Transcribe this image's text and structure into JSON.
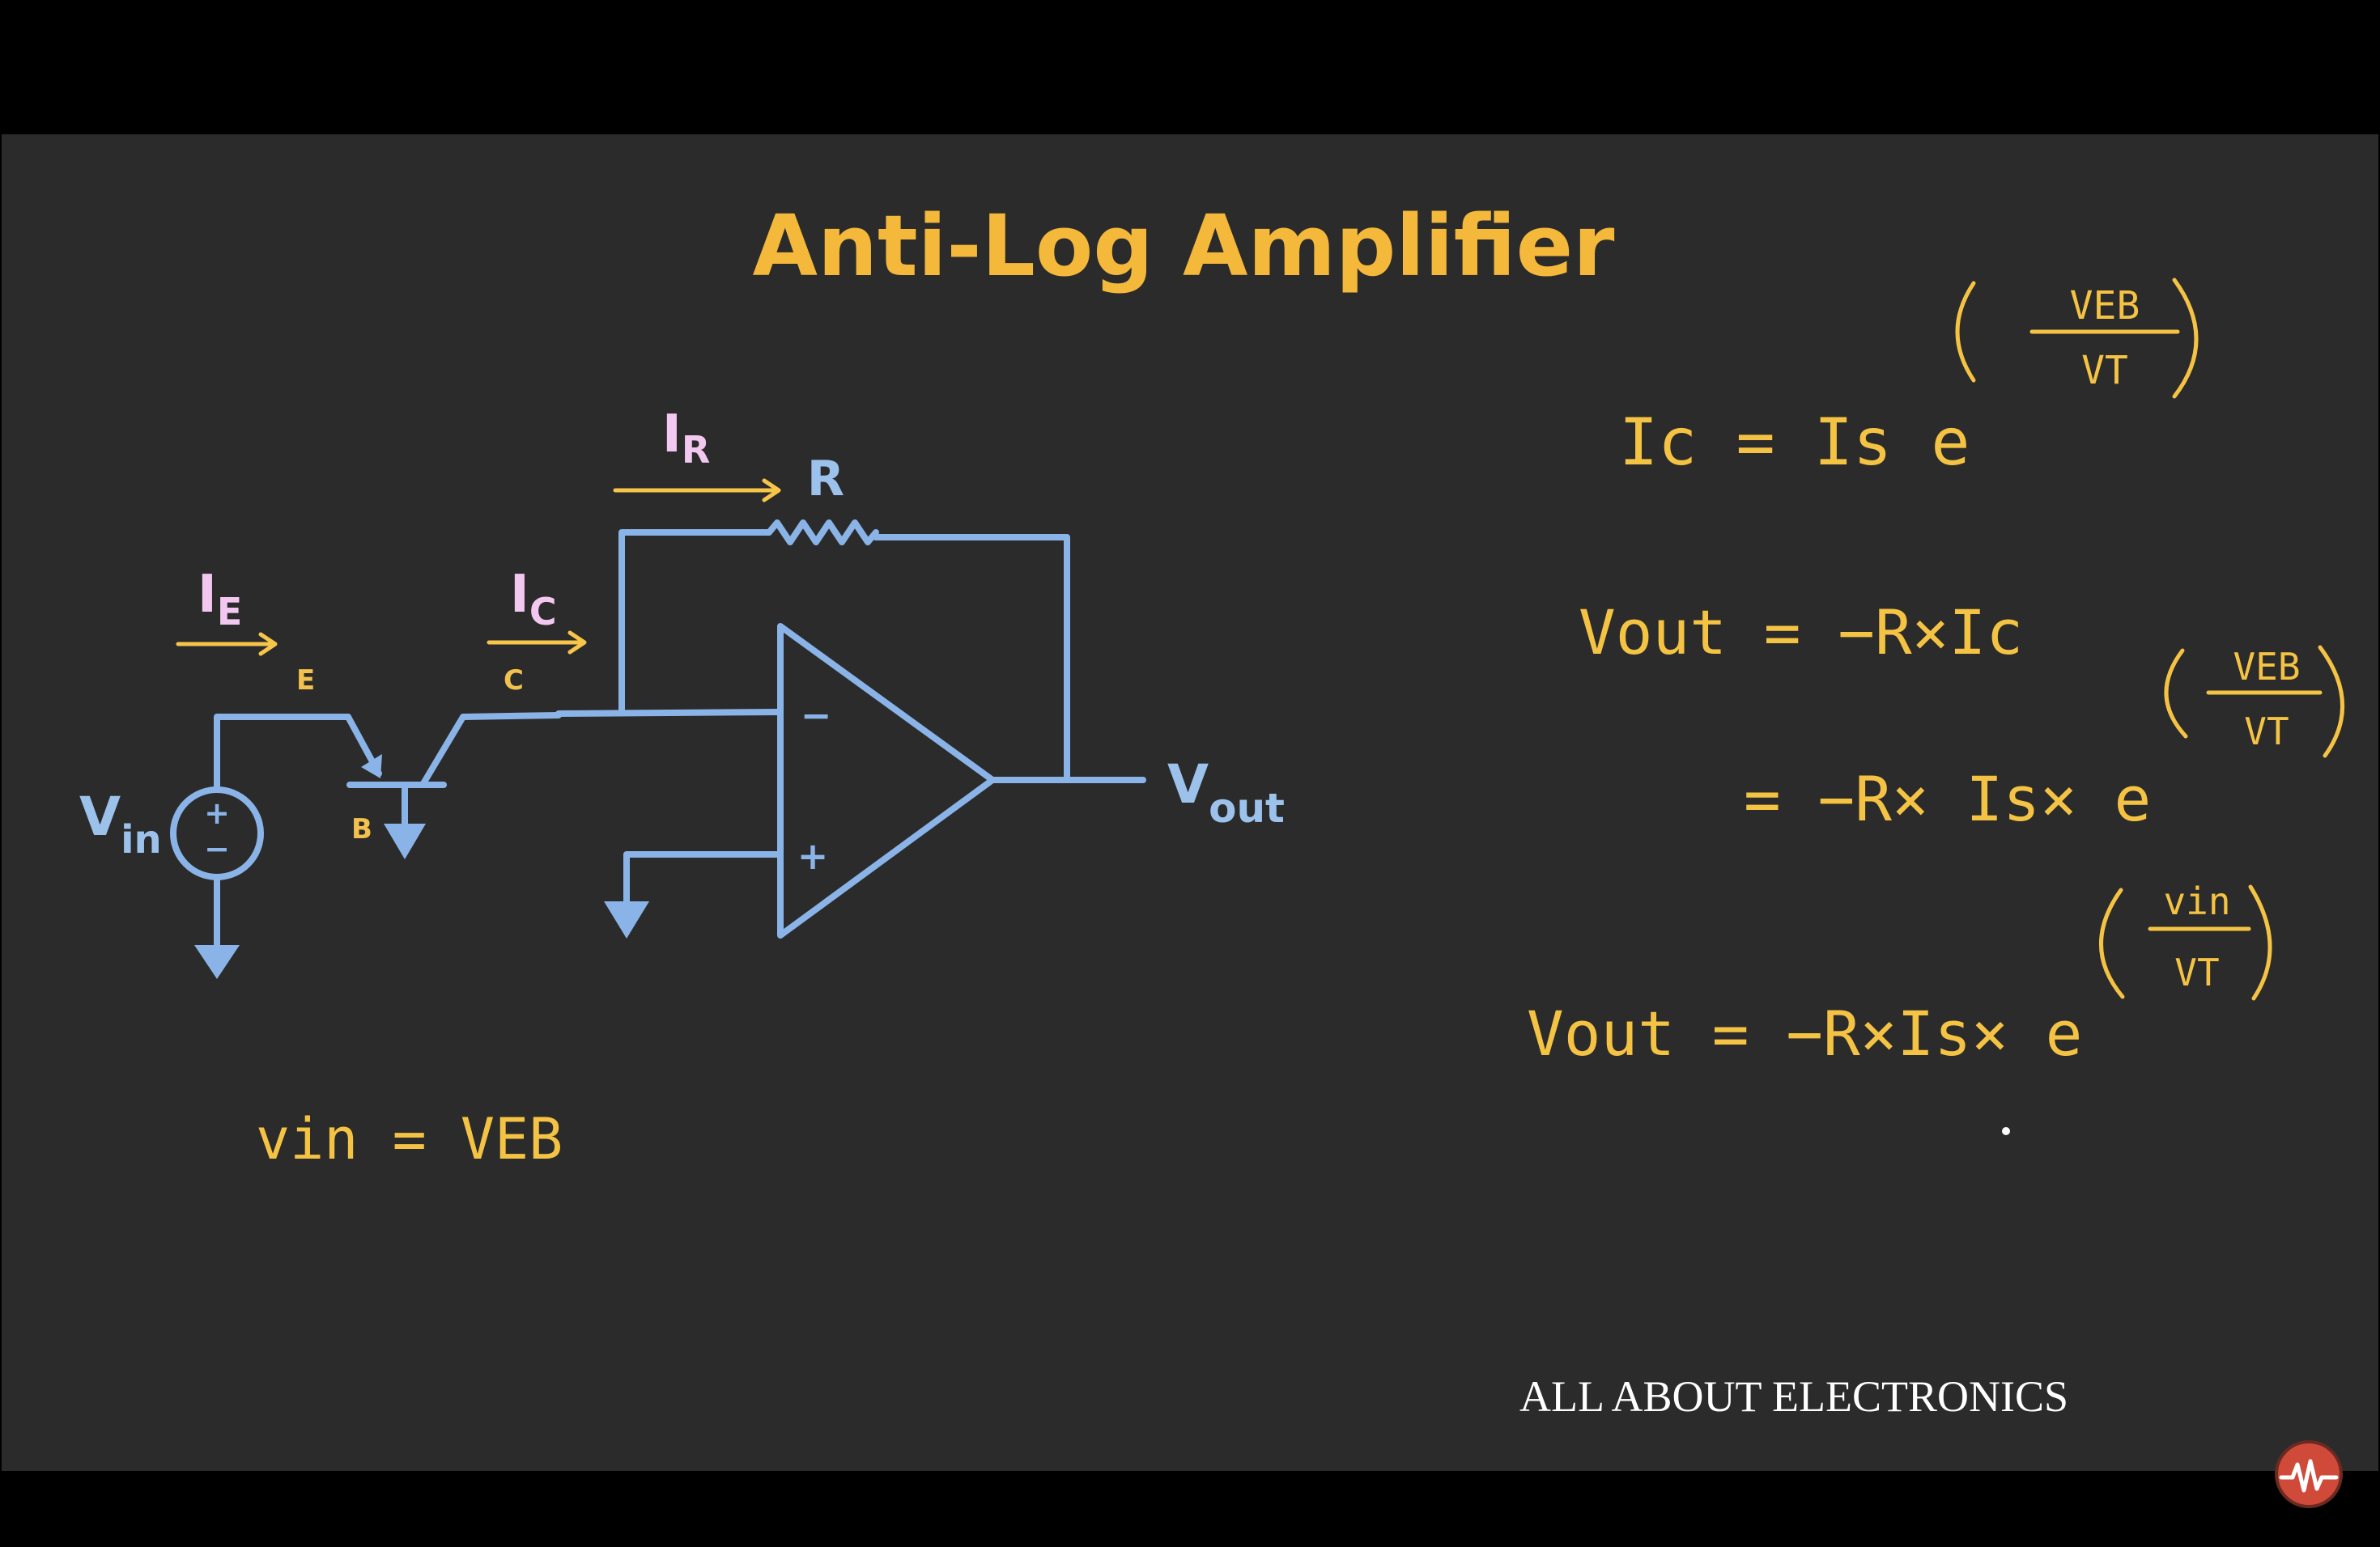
{
  "title": "Anti-Log Amplifier",
  "brand": "ALL ABOUT ELECTRONICS",
  "circuit": {
    "resistor_label": "R",
    "current_r": {
      "main": "I",
      "sub": "R"
    },
    "current_e": {
      "main": "I",
      "sub": "E"
    },
    "current_c": {
      "main": "I",
      "sub": "C"
    },
    "pin_e": "E",
    "pin_c": "C",
    "pin_b": "B",
    "vin": {
      "main": "V",
      "sub": "in"
    },
    "vout": {
      "main": "V",
      "sub": "out"
    },
    "source_plus": "+",
    "source_minus": "−",
    "opamp_minus": "−",
    "opamp_plus": "+"
  },
  "notes": {
    "vin_eq": "vin = VEB",
    "eq1": {
      "lhs": "Ic = Is e",
      "exp_num": "VEB",
      "exp_den": "VT"
    },
    "eq2": {
      "lhs": "Vout = −R×Ic"
    },
    "eq3": {
      "lhs": "= −R× Is× e",
      "exp_num": "VEB",
      "exp_den": "VT"
    },
    "eq4": {
      "lhs": "Vout = −R×Is× e",
      "exp_num": "vin",
      "exp_den": "VT"
    }
  },
  "colors": {
    "background": "#2b2b2b",
    "circuit": "#8ab4e8",
    "title": "#f4b83a",
    "handwriting": "#f5c344",
    "current_labels": "#f3c8f0"
  }
}
